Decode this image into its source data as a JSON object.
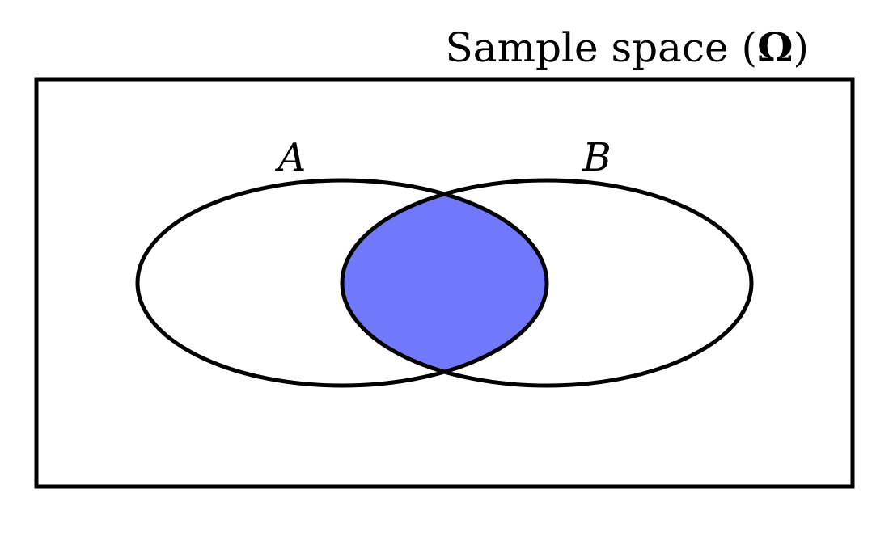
{
  "title": {
    "prefix": "Sample space (",
    "symbol": "Ω",
    "suffix": ")"
  },
  "sets": [
    {
      "label": "A"
    },
    {
      "label": "B"
    }
  ],
  "colors": {
    "intersection": "#7178fa",
    "stroke": "#000000",
    "background": "#ffffff"
  }
}
